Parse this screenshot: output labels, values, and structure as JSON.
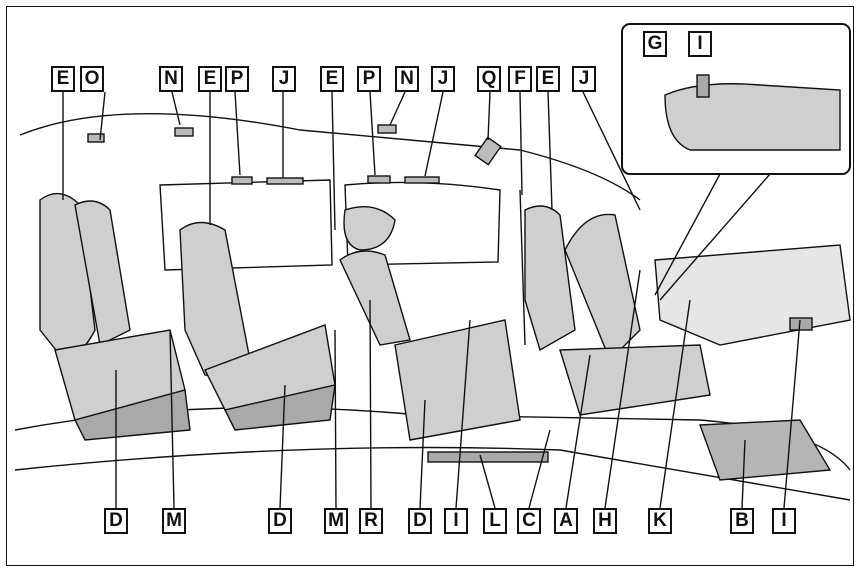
{
  "figure": {
    "callouts_top": [
      "E",
      "O",
      "N",
      "E",
      "P",
      "J",
      "E",
      "P",
      "N",
      "J",
      "Q",
      "F",
      "E",
      "J"
    ],
    "callouts_inset": [
      "G",
      "I"
    ],
    "callouts_bottom": [
      "D",
      "M",
      "D",
      "M",
      "R",
      "D",
      "I",
      "L",
      "C",
      "A",
      "H",
      "K",
      "B",
      "I"
    ]
  },
  "colors": {
    "line": "#111111",
    "seat_fill": "#cfcfcf",
    "seat_shade": "#a9a9a9",
    "floor_fill": "#b5b5b5",
    "background": "#ffffff"
  }
}
